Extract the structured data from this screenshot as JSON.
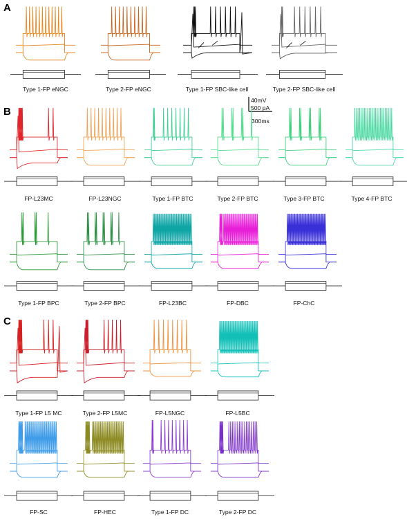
{
  "panels": [
    {
      "letter": "A",
      "cells": [
        {
          "label": "Type 1-FP eNGC",
          "color": "#e8871f",
          "fr": "low",
          "spikes": 12,
          "hyp": 0.75,
          "stut": false,
          "sag": false,
          "rebound": false,
          "burst": 0
        },
        {
          "label": "Type 2-FP eNGC",
          "color": "#c8651f",
          "fr": "low",
          "spikes": 10,
          "hyp": 0.75,
          "stut": false,
          "sag": false,
          "rebound": false,
          "burst": 0
        },
        {
          "label": "Type 1-FP SBC-like cell",
          "color": "#111111",
          "fr": "low",
          "spikes": 9,
          "hyp": 0.4,
          "stut": false,
          "sag": true,
          "rebound": true,
          "burst": 3
        },
        {
          "label": "Type 2-FP SBC-like cell",
          "color": "#666666",
          "fr": "low",
          "spikes": 8,
          "hyp": 0.45,
          "stut": false,
          "sag": true,
          "rebound": false,
          "burst": 2
        }
      ]
    },
    {
      "letter": "B",
      "cells": [
        {
          "label": "FP-L23MC",
          "color": "#e0262a",
          "fr": "low",
          "spikes": 8,
          "hyp": 0.8,
          "stut": false,
          "sag": true,
          "rebound": false,
          "burst": 6
        },
        {
          "label": "FP-L23NGC",
          "color": "#f0a050",
          "fr": "low",
          "spikes": 10,
          "hyp": 0.7,
          "stut": false,
          "sag": false,
          "rebound": false,
          "burst": 0
        },
        {
          "label": "Type 1-FP BTC",
          "color": "#3fcf94",
          "fr": "low",
          "spikes": 9,
          "hyp": 0.7,
          "stut": false,
          "sag": false,
          "rebound": false,
          "burst": 2
        },
        {
          "label": "Type 2-FP BTC",
          "color": "#55dd8e",
          "fr": "low",
          "spikes": 7,
          "hyp": 0.7,
          "stut": true,
          "sag": false,
          "rebound": false,
          "burst": 0
        },
        {
          "label": "Type 3-FP BTC",
          "color": "#3fcf7c",
          "fr": "low",
          "spikes": 8,
          "hyp": 0.7,
          "stut": true,
          "sag": false,
          "rebound": false,
          "burst": 0
        },
        {
          "label": "Type 4-FP BTC",
          "color": "#4ad9a2",
          "fr": "high",
          "spikes": 24,
          "hyp": 0.7,
          "stut": false,
          "sag": false,
          "rebound": false,
          "burst": 0
        },
        {
          "label": "Type 1-FP BPC",
          "color": "#2a9a34",
          "fr": "low",
          "spikes": 5,
          "hyp": 0.7,
          "stut": true,
          "sag": false,
          "rebound": false,
          "burst": 0
        },
        {
          "label": "Type 2-FP BPC",
          "color": "#2f9146",
          "fr": "low",
          "spikes": 9,
          "hyp": 0.7,
          "stut": true,
          "sag": false,
          "rebound": false,
          "burst": 3
        },
        {
          "label": "FP-L23BC",
          "color": "#0fa5a6",
          "fr": "fast",
          "spikes": 40,
          "hyp": 0.6,
          "stut": false,
          "sag": false,
          "rebound": false,
          "burst": 0
        },
        {
          "label": "FP-DBC",
          "color": "#e81fd8",
          "fr": "fast",
          "spikes": 38,
          "hyp": 0.6,
          "stut": false,
          "sag": false,
          "rebound": false,
          "burst": 4
        },
        {
          "label": "FP-ChC",
          "color": "#3a30d8",
          "fr": "fast",
          "spikes": 42,
          "hyp": 0.6,
          "stut": false,
          "sag": false,
          "rebound": false,
          "burst": 0
        }
      ]
    },
    {
      "letter": "C",
      "cells": [
        {
          "label": "Type 1-FP L5 MC",
          "color": "#d61f1f",
          "fr": "low",
          "spikes": 8,
          "hyp": 0.85,
          "stut": false,
          "sag": true,
          "rebound": true,
          "burst": 5
        },
        {
          "label": "Type 2-FP L5MC",
          "color": "#c81d2a",
          "fr": "low",
          "spikes": 9,
          "hyp": 0.85,
          "stut": false,
          "sag": true,
          "rebound": false,
          "burst": 4
        },
        {
          "label": "FP-L5NGC",
          "color": "#f0903a",
          "fr": "low",
          "spikes": 8,
          "hyp": 0.5,
          "stut": false,
          "sag": false,
          "rebound": false,
          "burst": 0
        },
        {
          "label": "FP-L5BC",
          "color": "#12c0b8",
          "fr": "fast",
          "spikes": 40,
          "hyp": 0.55,
          "stut": false,
          "sag": false,
          "rebound": false,
          "burst": 0
        },
        {
          "label": "FP-SC",
          "color": "#3f9ce8",
          "fr": "fast",
          "spikes": 36,
          "hyp": 0.55,
          "stut": false,
          "sag": false,
          "rebound": false,
          "burst": 6
        },
        {
          "label": "FP-HEC",
          "color": "#8c8a20",
          "fr": "fast",
          "spikes": 34,
          "hyp": 0.55,
          "stut": false,
          "sag": false,
          "rebound": false,
          "burst": 6
        },
        {
          "label": "Type 1-FP DC",
          "color": "#8a3ad0",
          "fr": "low",
          "spikes": 10,
          "hyp": 0.55,
          "stut": false,
          "sag": false,
          "rebound": false,
          "burst": 2
        },
        {
          "label": "Type 2-FP DC",
          "color": "#7a2fc8",
          "fr": "fast",
          "spikes": 22,
          "hyp": 0.55,
          "stut": false,
          "sag": false,
          "rebound": false,
          "burst": 5
        }
      ]
    }
  ],
  "scale_bar": {
    "voltage": "40mV",
    "current": "500 pA",
    "time": "300ms"
  }
}
